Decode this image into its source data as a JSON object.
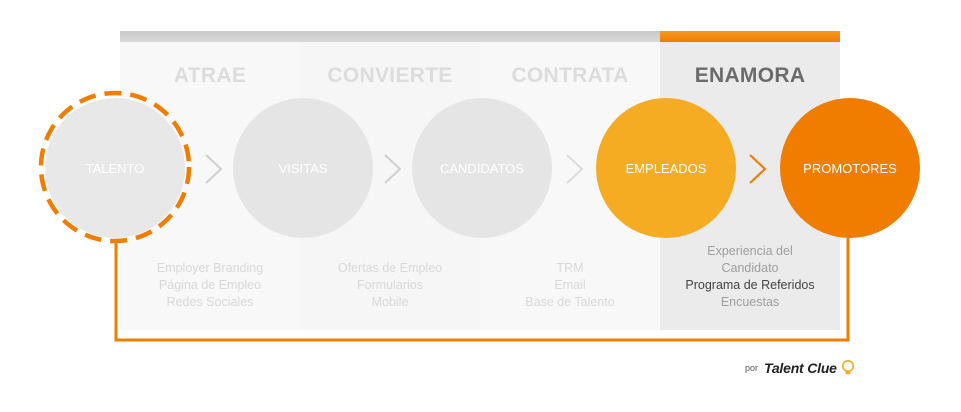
{
  "stages": [
    {
      "title": "ATRAE",
      "circle": "TALENTO",
      "desc": [
        "Employer Branding",
        "Página de Empleo",
        "Redes Sociales"
      ]
    },
    {
      "title": "CONVIERTE",
      "circle": "VISITAS",
      "desc": [
        "Ofertas de Empleo",
        "Formularios",
        "Mobile"
      ]
    },
    {
      "title": "CONTRATA",
      "circle": "CANDIDATOS",
      "desc": [
        "TRM",
        "Email",
        "Base de Talento"
      ]
    },
    {
      "title": "ENAMORA",
      "circle": "EMPLEADOS",
      "desc": [
        "Experiencia del",
        "Candidato",
        "Programa de Referidos",
        "Encuestas"
      ]
    },
    {
      "circle": "PROMOTORES"
    }
  ],
  "footer": {
    "by": "por",
    "brand": "Talent Clue",
    "icon": "lightbulb-icon"
  },
  "colors": {
    "orange": "#f07c00",
    "amber": "#f5ab22",
    "grey_circle": "#e5e5e5",
    "panel_light": "#f5f5f5",
    "panel_dark": "#ebebeb"
  }
}
